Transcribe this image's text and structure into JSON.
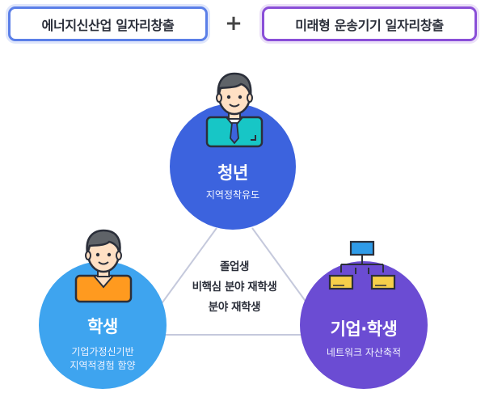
{
  "header": {
    "left_label": "에너지신산업 일자리창출",
    "plus": "+",
    "right_label": "미래형 운송기기 일자리창출"
  },
  "nodes": {
    "top": {
      "title": "청년",
      "lines": [
        "지역정착유도"
      ]
    },
    "left": {
      "title": "학생",
      "lines": [
        "기업가정신기반",
        "지역적경험 함양"
      ]
    },
    "right": {
      "title": "기업·학생",
      "lines": [
        "네트워크 자산축적"
      ]
    }
  },
  "center": {
    "lines": [
      "졸업생",
      "비핵심 분야 재학생",
      "분야 재학생"
    ]
  },
  "colors": {
    "youth": "#3c63de",
    "student": "#3ea4ef",
    "company": "#6b4cd3",
    "pill_left_border": "#5b7fe8",
    "pill_right_border": "#8a4fd8",
    "connector": "#c5c9dc"
  },
  "icons": {
    "youth": "man-with-tie-icon",
    "student": "student-with-orange-collar-icon",
    "company": "network-diagram-icon"
  }
}
